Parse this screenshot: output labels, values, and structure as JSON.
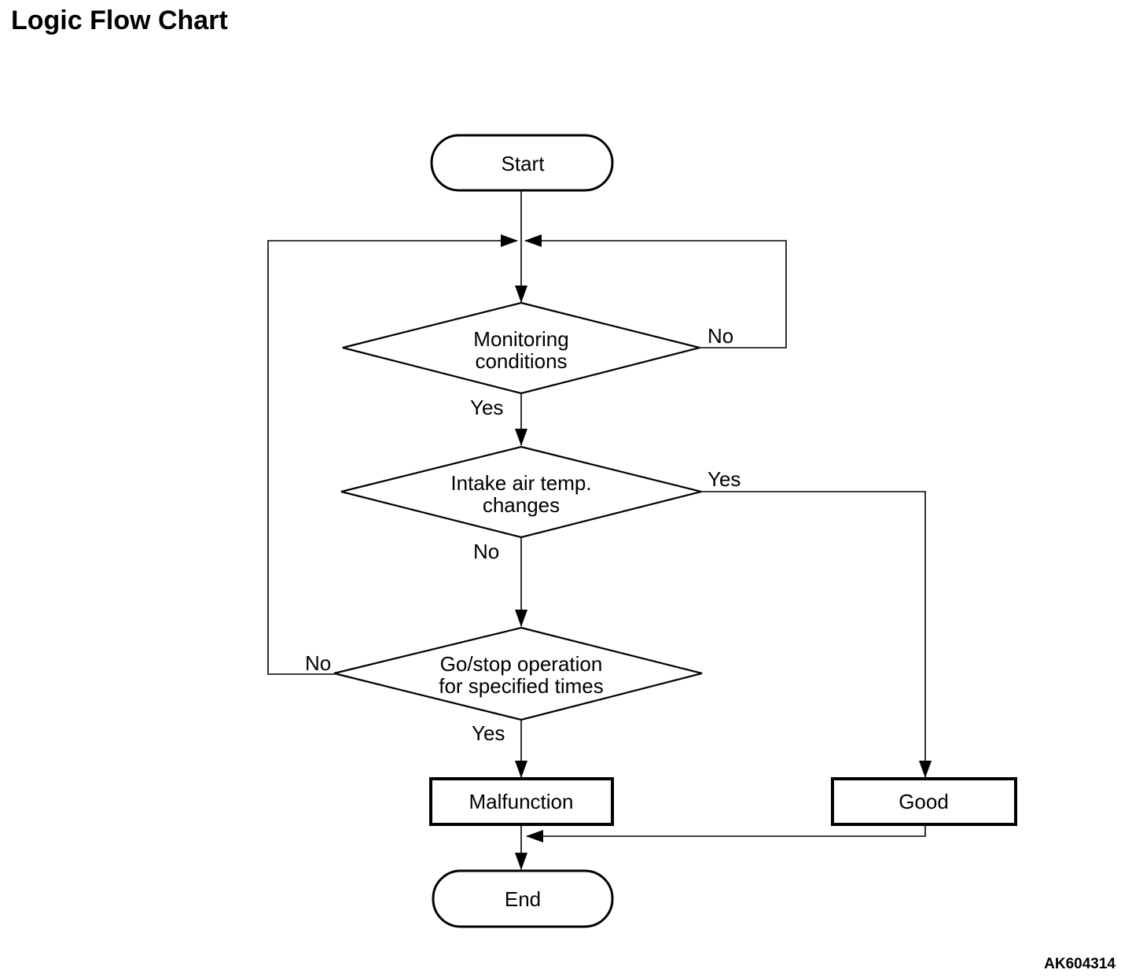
{
  "title": "Logic Flow Chart",
  "figure_code": "AK604314",
  "colors": {
    "line": "#000000",
    "background": "#ffffff",
    "text": "#000000"
  },
  "diagram": {
    "type": "flowchart",
    "nodes": [
      {
        "id": "start",
        "shape": "terminator",
        "label": "Start"
      },
      {
        "id": "monitoring-conditions",
        "shape": "decision",
        "lines": [
          "Monitoring",
          "conditions"
        ]
      },
      {
        "id": "intake-air-temp-changes",
        "shape": "decision",
        "lines": [
          "Intake air temp.",
          "changes"
        ]
      },
      {
        "id": "go-stop-operation",
        "shape": "decision",
        "lines": [
          "Go/stop operation",
          "for specified times"
        ]
      },
      {
        "id": "malfunction",
        "shape": "process",
        "label": "Malfunction"
      },
      {
        "id": "good",
        "shape": "process",
        "label": "Good"
      },
      {
        "id": "end",
        "shape": "terminator",
        "label": "End"
      }
    ],
    "edges": [
      {
        "from": "start",
        "to": "monitoring-conditions",
        "label": ""
      },
      {
        "from": "monitoring-conditions",
        "to": "loop-junction",
        "label": "No"
      },
      {
        "from": "monitoring-conditions",
        "to": "intake-air-temp-changes",
        "label": "Yes"
      },
      {
        "from": "intake-air-temp-changes",
        "to": "good",
        "label": "Yes"
      },
      {
        "from": "intake-air-temp-changes",
        "to": "go-stop-operation",
        "label": "No"
      },
      {
        "from": "go-stop-operation",
        "to": "loop-junction",
        "label": "No"
      },
      {
        "from": "go-stop-operation",
        "to": "malfunction",
        "label": "Yes"
      },
      {
        "from": "malfunction",
        "to": "end",
        "label": ""
      },
      {
        "from": "good",
        "to": "merge-junction",
        "label": ""
      }
    ]
  }
}
